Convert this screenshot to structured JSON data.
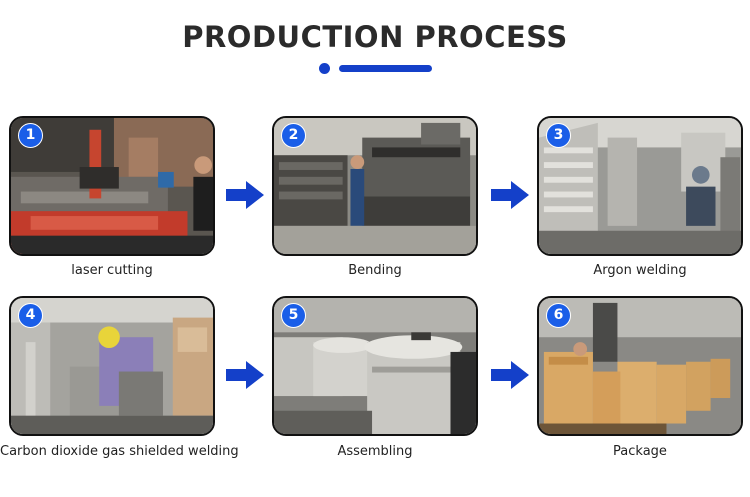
{
  "title": "PRODUCTION PROCESS",
  "colors": {
    "accent": "#1440c9",
    "badge": "#1a5ee8",
    "text": "#2b2b2b"
  },
  "steps": [
    {
      "number": "1",
      "label": "laser cutting"
    },
    {
      "number": "2",
      "label": "Bending"
    },
    {
      "number": "3",
      "label": "Argon welding"
    },
    {
      "number": "4",
      "label": "Carbon dioxide gas shielded welding"
    },
    {
      "number": "5",
      "label": "Assembling"
    },
    {
      "number": "6",
      "label": "Package"
    }
  ],
  "arrow_icon": "arrow-right-icon"
}
